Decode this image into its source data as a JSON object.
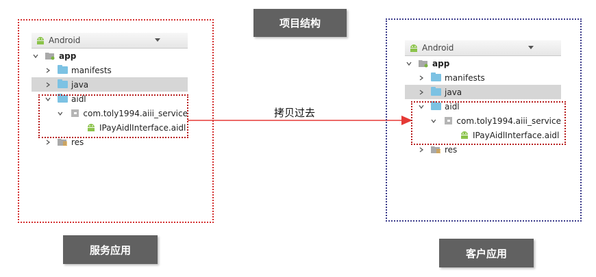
{
  "title": "项目结构",
  "arrow_label": "拷贝过去",
  "left": {
    "caption": "服务应用",
    "dropdown": "Android",
    "tree": {
      "app": "app",
      "manifests": "manifests",
      "java": "java",
      "aidl": "aidl",
      "package": "com.toly1994.aiii_service",
      "file": "IPayAidlInterface.aidl",
      "res": "res"
    }
  },
  "right": {
    "caption": "客户应用",
    "dropdown": "Android",
    "tree": {
      "app": "app",
      "manifests": "manifests",
      "java": "java",
      "aidl": "aidl",
      "package": "com.toly1994.aiii_service",
      "file": "IPayAidlInterface.aidl",
      "res": "res"
    }
  },
  "colors": {
    "frame_left": "#d32f2f",
    "frame_right": "#3a3a8a",
    "arrow": "#e53935",
    "label_bg": "#616161"
  }
}
